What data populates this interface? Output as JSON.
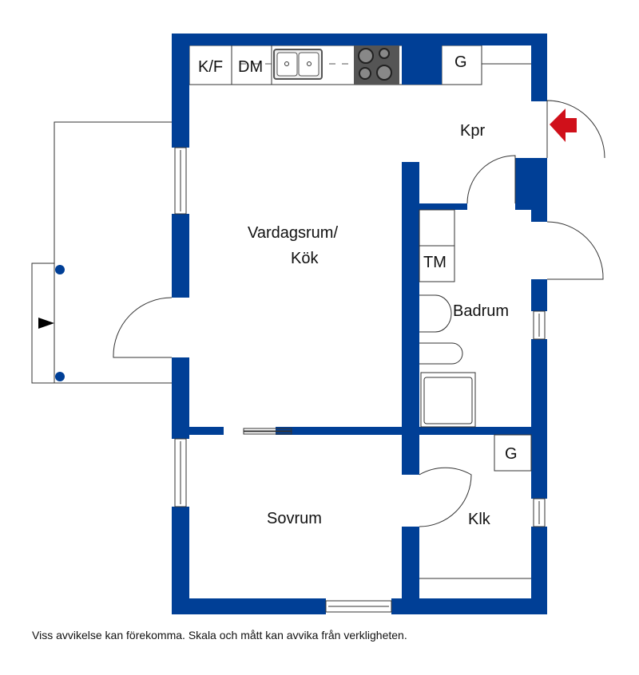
{
  "rooms": {
    "living_kitchen_line1": "Vardagsrum/",
    "living_kitchen_line2": "Kök",
    "hall": "Kpr",
    "bathroom": "Badrum",
    "bedroom": "Sovrum",
    "closet": "Klk"
  },
  "fixtures": {
    "fridge_freezer": "K/F",
    "dishwasher": "DM",
    "wardrobe_hall": "G",
    "washing_machine": "TM",
    "wardrobe_closet": "G"
  },
  "colors": {
    "wall": "#003f96",
    "entrance_arrow": "#d0101a",
    "stove": "#555555"
  },
  "footer": {
    "disclaimer": "Viss avvikelse kan förekomma. Skala och mått kan avvika från verkligheten."
  }
}
